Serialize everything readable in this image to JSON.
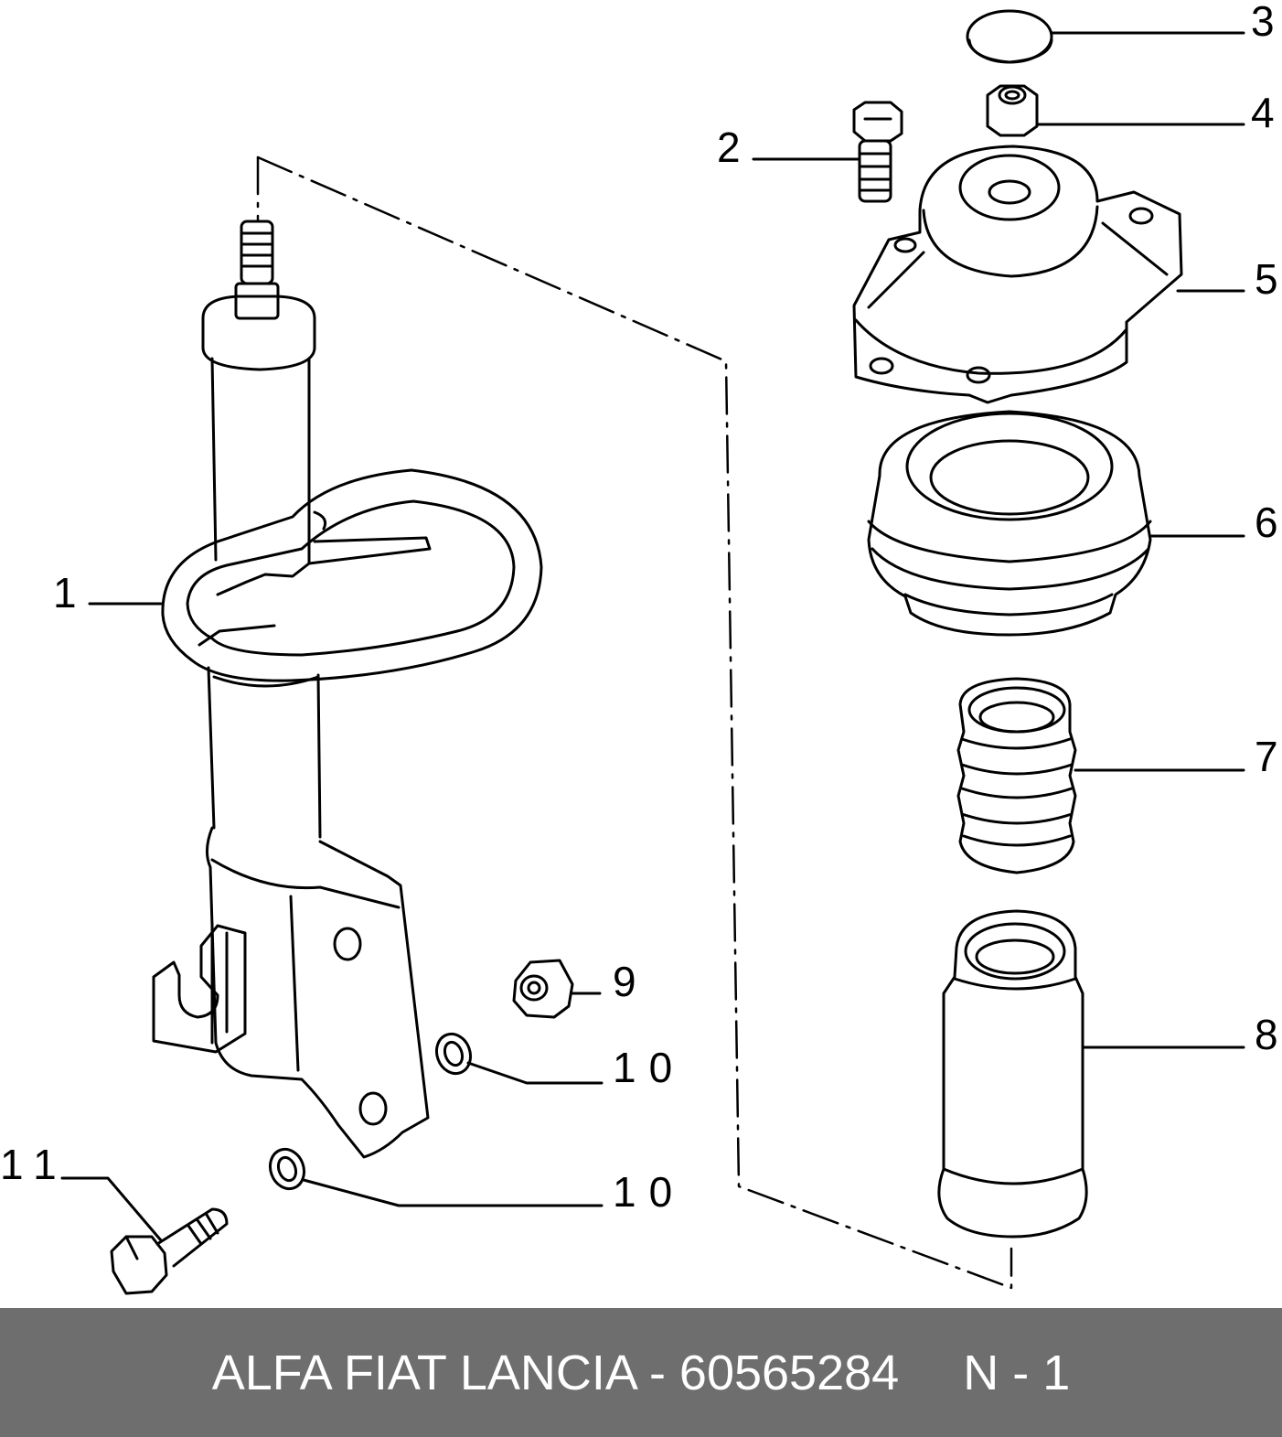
{
  "callouts": {
    "c1": "1",
    "c2": "2",
    "c3": "3",
    "c4": "4",
    "c5": "5",
    "c6": "6",
    "c7": "7",
    "c8": "8",
    "c9": "9",
    "c10a": "10",
    "c10b": "10",
    "c11": "11"
  },
  "highlight_color": "#f0787c",
  "footer": {
    "brand_part": "ALFA FIAT LANCIA - 60565284",
    "ref": "N - 1"
  },
  "footer_color": "#6e6e6e"
}
